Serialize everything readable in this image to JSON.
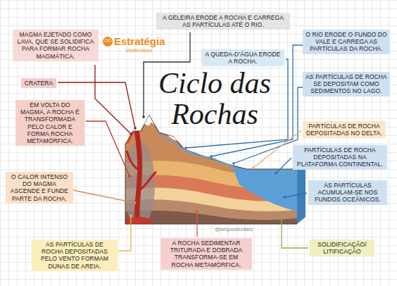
{
  "diagram": {
    "title": "Ciclo das Rochas",
    "nodes": [
      {
        "text": [
          "MAGMA EJETADO COMO LAVA, QUE SE SOLIDIFICA PARA FORMAR ROCHA MAGMÁTICA."
        ]
      },
      {
        "text": [
          "A GELEIRA ERODE A ROCHA E CARREGA AS PARTÍCULAS ATÉ O RIO."
        ]
      },
      {
        "text": [
          "O RIO ERODE O FUNDO DO VALE E CARREGA AS PARTÍCULAS DA ROCHA."
        ]
      },
      {
        "text": [
          "A QUEDA-D’ÁGUA ERODE A ROCHA."
        ]
      },
      {
        "text": [
          "CRATERA"
        ]
      },
      {
        "text": [
          "AS PARTÍCULAS DE ROCHA SE DEPOSITAM COMO SEDIMENTOS NO LAGO."
        ]
      },
      {
        "text": [
          "EM VOLTA DO MAGMA, A ROCHA É TRANSFORMADA PELO CALOR E FORMA ROCHA METAMÓRFICA."
        ]
      },
      {
        "text": [
          "PARTÍCULAS DE ROCHA DEPOSITADAS NO DELTA."
        ]
      },
      {
        "text": [
          "PARTÍCULAS DE ROCHA DEPOSITADAS NA PLATAFORMA CONTINENTAL."
        ]
      },
      {
        "text": [
          "O CALOR INTENSO DO MAGMA ASCENDE E FUNDE PARTE DA ROCHA."
        ]
      },
      {
        "text": [
          "AS PARTÍCULAS ACUMULAM-SE NOS FUNDOS OCEÂNICOS."
        ]
      },
      {
        "text": [
          "AS PARTÍCULAS DE ROCHA DEPOSITADAS PELO VENTO FORMAM DUNAS DE AREIA."
        ]
      },
      {
        "text": [
          "A ROCHA SEDIMENTAR TRITURADA E DOBRADA TRANSFORMA-SE EM ROCHA METAMÓRFICA."
        ]
      },
      {
        "text": [
          "SOLIDIFICAÇÃO/ LITIFICAÇÃO"
        ]
      }
    ],
    "labels": [
      "Estratégia",
      "Vestibulares",
      "@arquestudies"
    ]
  }
}
